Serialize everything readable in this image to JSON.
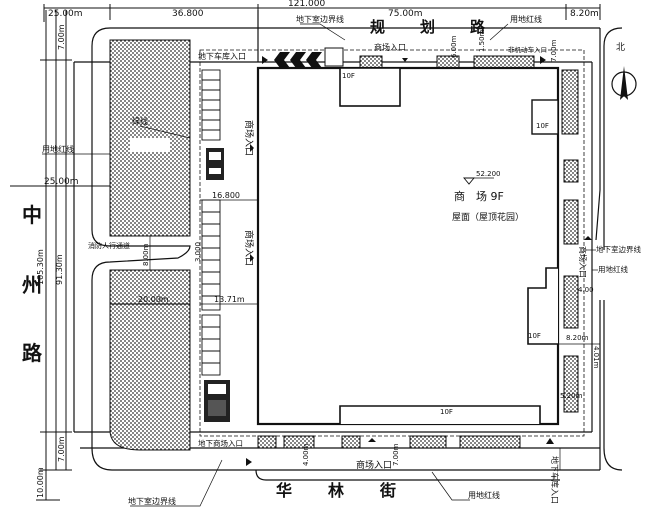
{
  "dimensions": {
    "top_left": "25.00m",
    "top_mid_left": "36.800",
    "top_total": "121.000",
    "top_mid_right": "75.00m",
    "top_right": "8.20m",
    "left_top_offset": "7.00m",
    "left_mid": "25.00m",
    "left_overall": "105.30m",
    "left_inner": "91.30m",
    "left_bottom_offset": "7.00m",
    "left_bottom_road": "10.00m",
    "inner_16": "16.800",
    "inner_3": "3.000",
    "inner_1371": "13.71m",
    "inner_20": "20.00m",
    "fire_lane_width": "8.00m",
    "top_gate_700": "7.00m",
    "top_gate_600": "6.00m",
    "top_gate_150": "1.50m",
    "right_top_700": "7.00m",
    "right_400": "4.00",
    "right_820": "8.20m",
    "right_401": "4.01m",
    "right_520": "5.20m",
    "bottom_400": "4.00m",
    "bottom_700": "7.00m"
  },
  "labels": {
    "road_top": [
      "规",
      "划",
      "路"
    ],
    "road_left": [
      "中",
      "州",
      "路"
    ],
    "road_bottom": [
      "华",
      "林",
      "街"
    ],
    "underground_boundary_top": "地下室边界线",
    "red_line_top": "用地红线",
    "underground_garage_entry_top": "地下车库入口",
    "mall_entry_top": "商场入口",
    "non_motor_entry": "非机动车入口",
    "greenline": "绿线",
    "red_line_left": "用地红线",
    "mall_entry_left_1": "商场入口",
    "mall_entry_left_2": "商场入口",
    "fire_lane": "消防人行通道",
    "building_title": "商　场 9F",
    "roof_note": "屋面（屋顶花园）",
    "elevation": "52.200",
    "floor_10f": "10F",
    "underground_boundary_right": "地下室边界线",
    "red_line_right": "用地红线",
    "mall_entry_right": "商场入口",
    "underground_mall_entry_bottom": "地下商场入口",
    "mall_entry_bottom": "商场入口",
    "underground_garage_entry_bottom": "地下车库入口",
    "underground_boundary_bottom": "地下室边界线",
    "red_line_bottom": "用地红线",
    "north_symbol": "北"
  }
}
